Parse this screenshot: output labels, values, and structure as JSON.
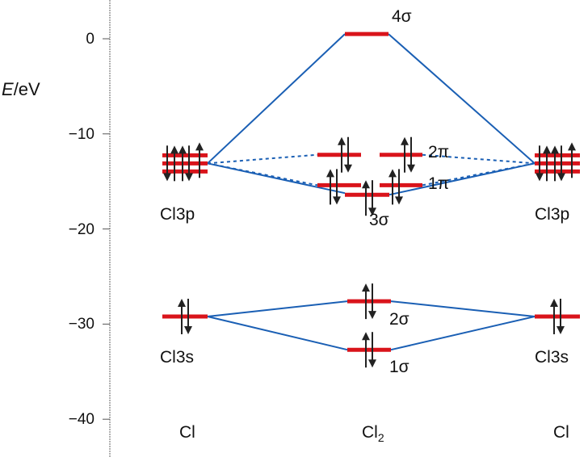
{
  "axis": {
    "label_symbol": "E",
    "label_unit": "/eV",
    "ticks": [
      "0",
      "−10",
      "−20",
      "−30",
      "−40"
    ],
    "tick_values": [
      0,
      -10,
      -20,
      -30,
      -40
    ]
  },
  "columns": {
    "left": "Cl",
    "center": "Cl",
    "center_subscript": "2",
    "right": "Cl"
  },
  "labels": {
    "cl3p_left": "Cl3p",
    "cl3p_right": "Cl3p",
    "cl3s_left": "Cl3s",
    "cl3s_right": "Cl3s",
    "sigma4": "4σ",
    "pi2": "2π",
    "pi1": "1π",
    "sigma3": "3σ",
    "sigma2": "2σ",
    "sigma1": "1σ"
  },
  "levels": {
    "cl3p_energy": -13.1,
    "sigma4_energy": 0.5,
    "pi2_energy": -12.2,
    "pi1_energy": -15.4,
    "sigma3_energy": -16.4,
    "sigma2_energy": -27.6,
    "sigma1_energy": -32.7,
    "cl3s_energy": -29.2
  },
  "colors": {
    "level": "#d9141b",
    "line": "#1a5fb4",
    "arrow": "#222222",
    "axis": "#999999"
  }
}
